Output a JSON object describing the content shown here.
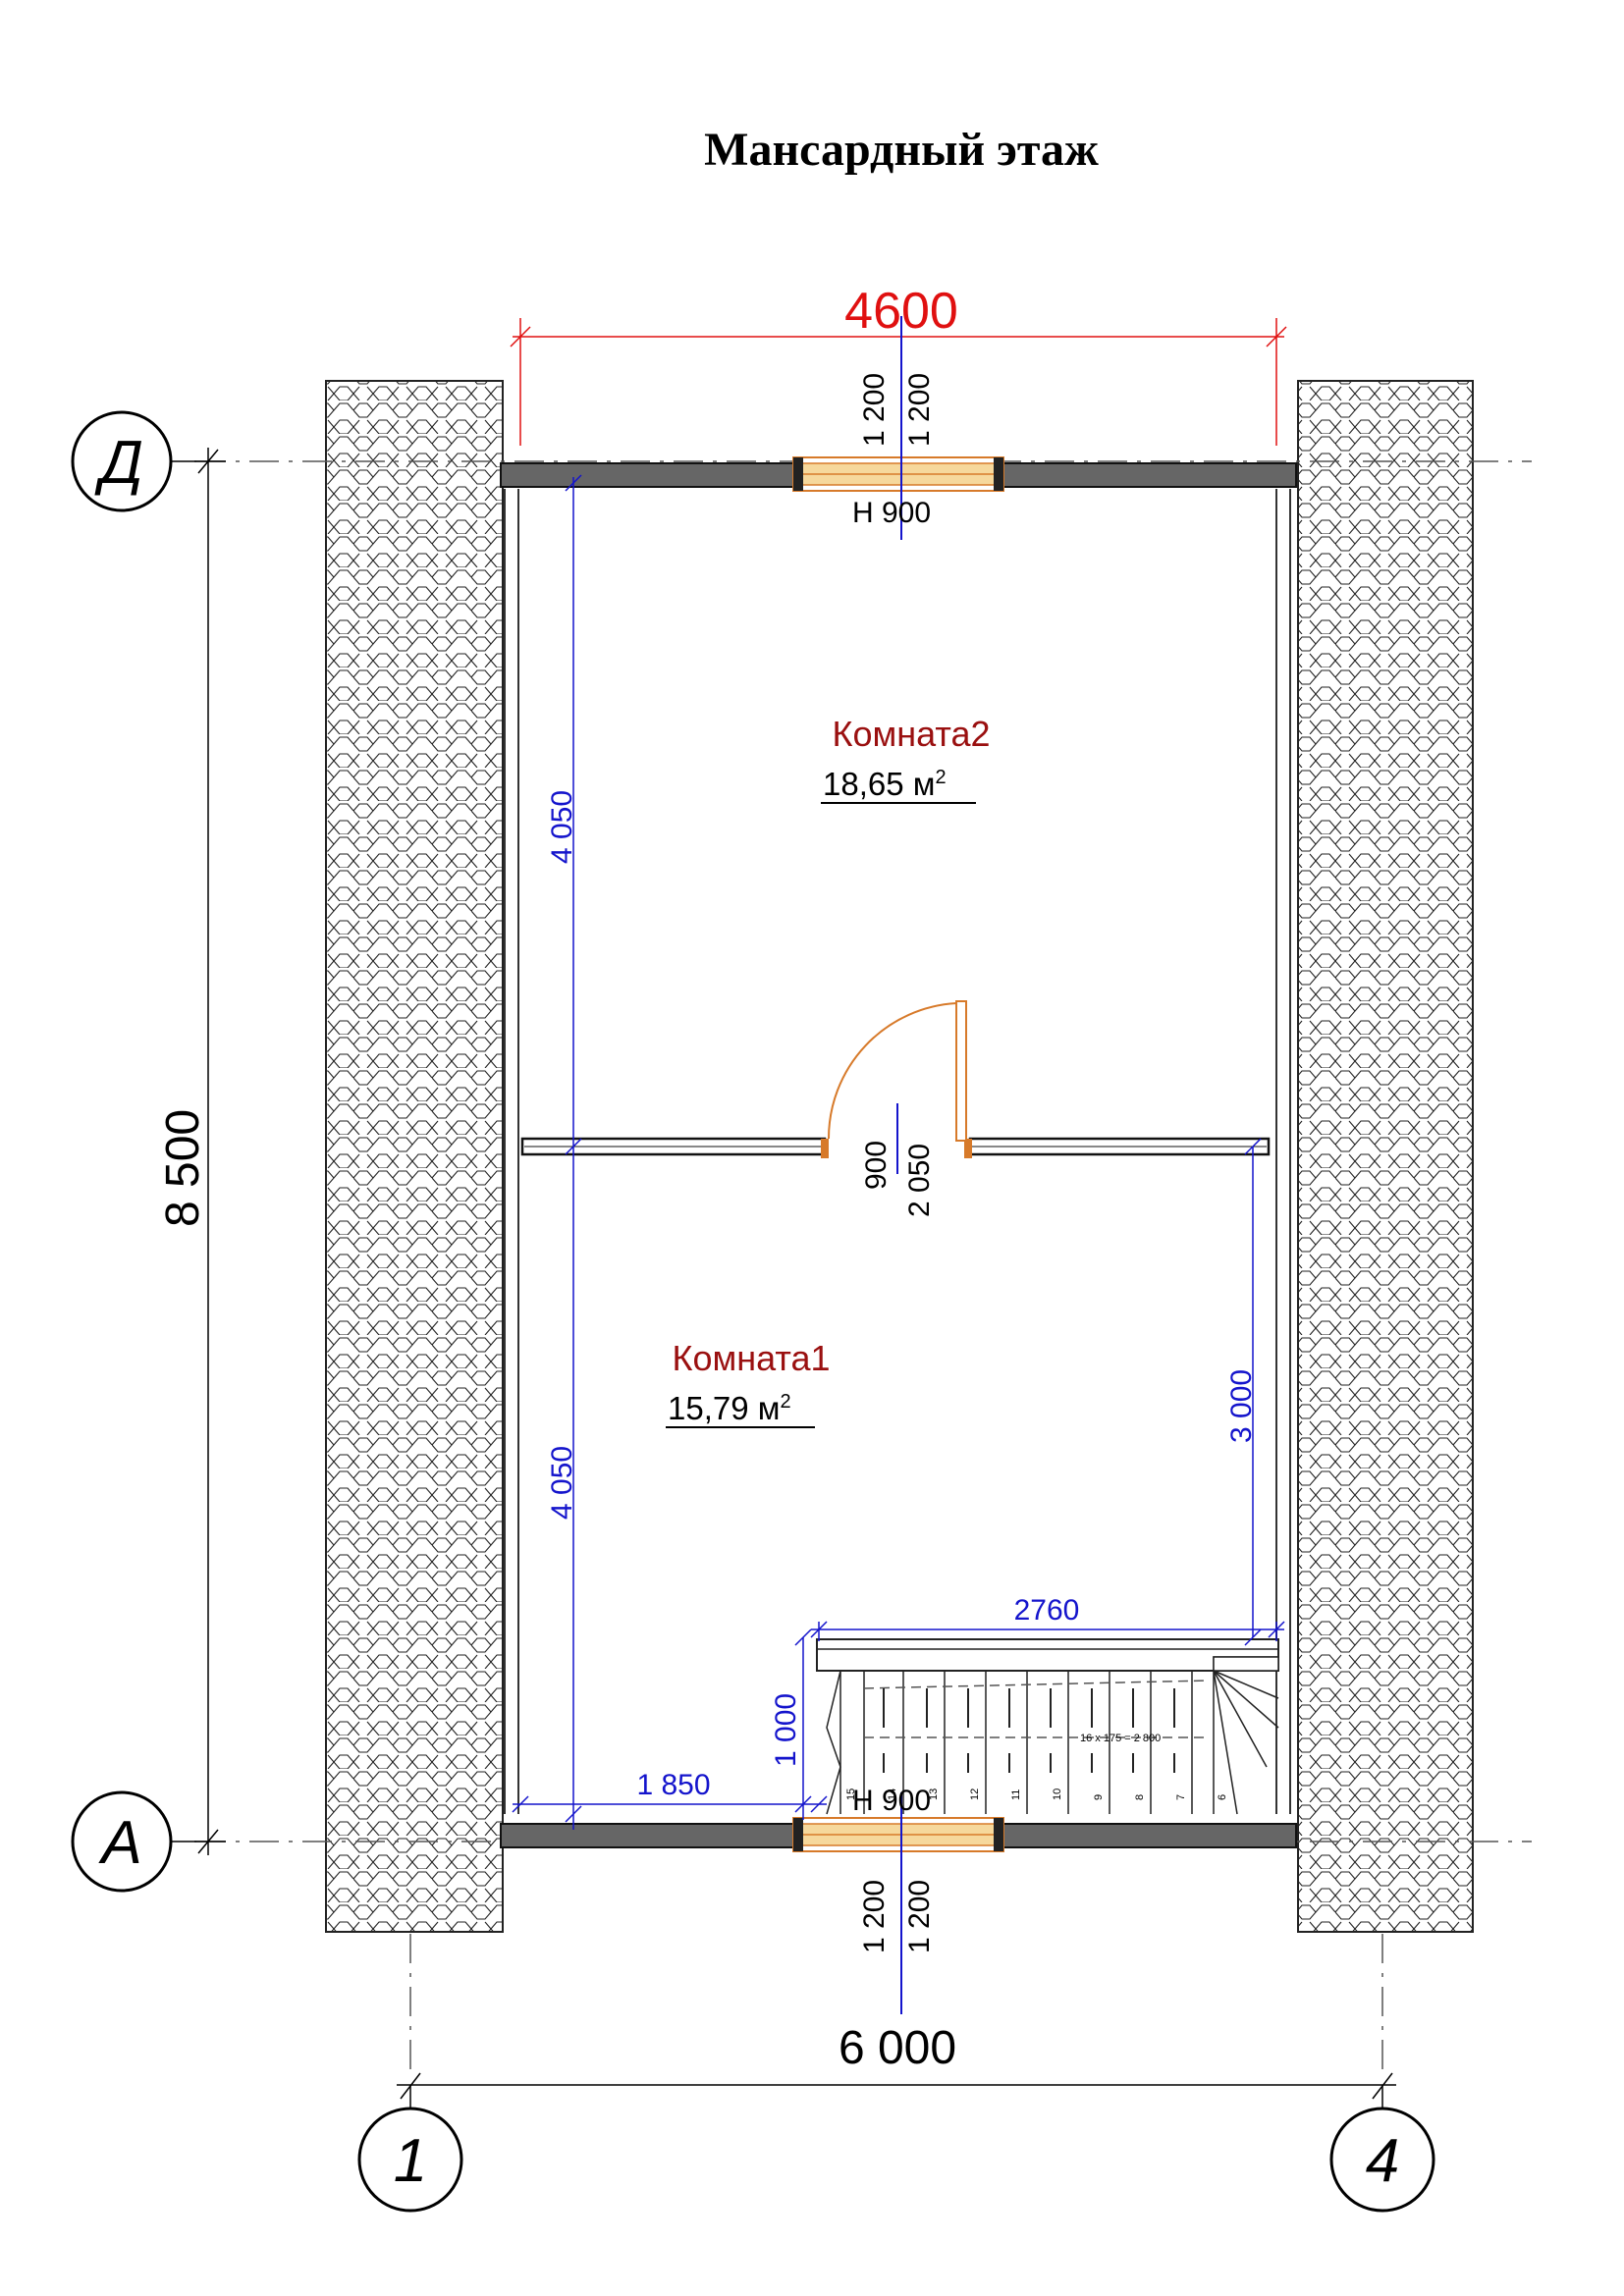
{
  "title": "Мансардный этаж",
  "overall_width_red": "4600",
  "dimensions": {
    "bottom_overall": "6 000",
    "left_overall": "8 500",
    "room2_height": "4 050",
    "room1_height": "4 050",
    "stair_height_right": "3 000",
    "stair_width": "2760",
    "bottom_offset": "1 850",
    "stair_depth": "1 000",
    "door_width": "900",
    "door_height": "2 050",
    "stair_note": "16 x 175 = 2 800"
  },
  "windows": {
    "top": {
      "sill": "Н  900",
      "width": "1 200",
      "height": "1 200"
    },
    "bottom": {
      "sill": "Н  900",
      "width": "1 200",
      "height": "1 200"
    }
  },
  "rooms": [
    {
      "name": "Комната2",
      "area": "18,65 м",
      "area_sup": "2"
    },
    {
      "name": "Комната1",
      "area": "15,79 м",
      "area_sup": "2"
    }
  ],
  "axes": {
    "rows": [
      "Д",
      "А"
    ],
    "cols": [
      "1",
      "4"
    ]
  },
  "stair_steps": [
    "15",
    "14",
    "13",
    "12",
    "11",
    "10",
    "9",
    "8",
    "7",
    "6"
  ],
  "colors": {
    "dimension_blue": "#1414cc",
    "dimension_red": "#e01010",
    "room_label": "#9a1010",
    "wall_fill": "#666666",
    "door_wood": "#d77a2a",
    "window_fill": "#f6d89c"
  }
}
